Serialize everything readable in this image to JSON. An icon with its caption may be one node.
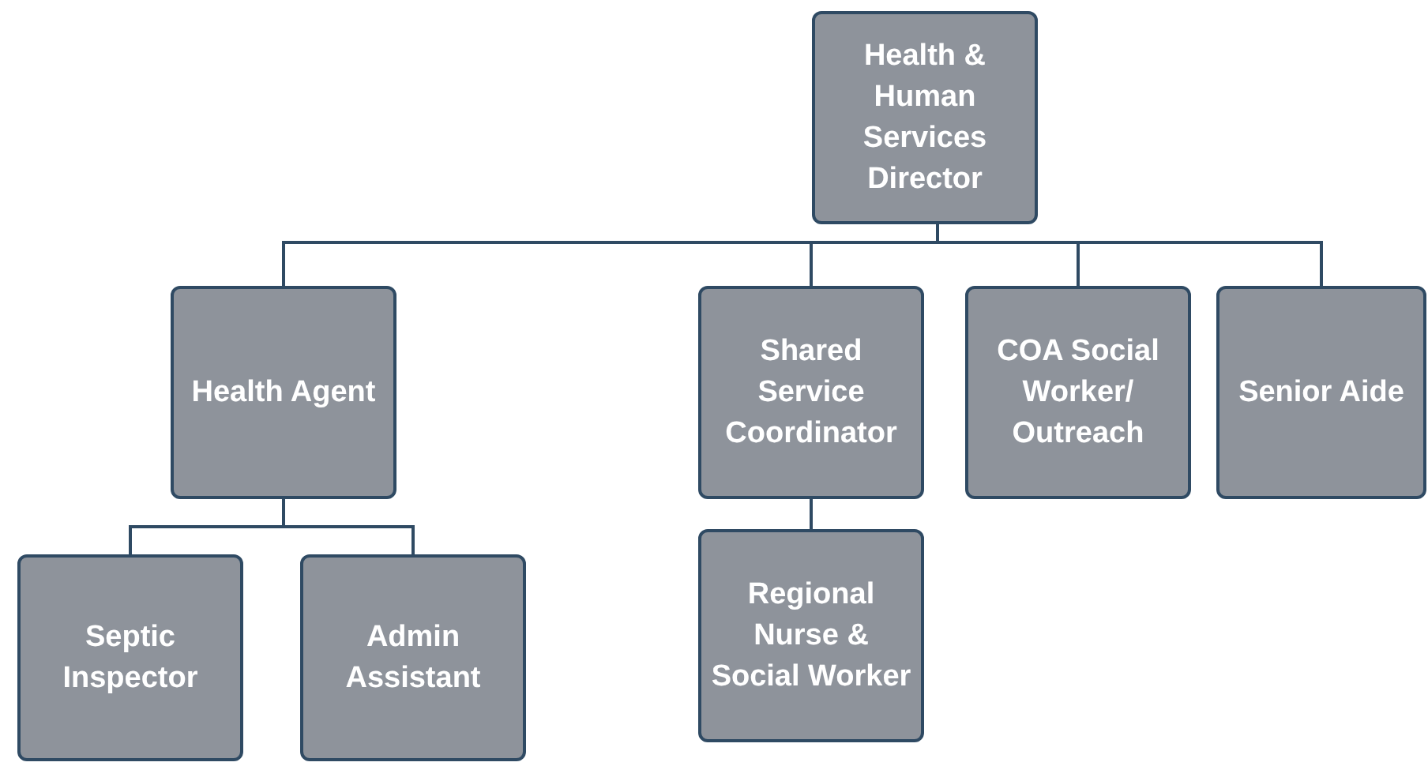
{
  "diagram": {
    "nodes": [
      {
        "text": [
          "Health & Human Services Director"
        ]
      },
      {
        "text": [
          "Health Agent"
        ]
      },
      {
        "text": [
          "Shared Service Coordinator"
        ]
      },
      {
        "text": [
          "COA Social Worker/ Outreach"
        ]
      },
      {
        "text": [
          "Senior Aide"
        ]
      },
      {
        "text": [
          "Septic Inspector"
        ]
      },
      {
        "text": [
          "Admin Assistant"
        ]
      },
      {
        "text": [
          "Regional Nurse & Social Worker"
        ]
      }
    ],
    "edges": [
      {
        "from": 0,
        "to": 1,
        "arrow": "none"
      },
      {
        "from": 0,
        "to": 2,
        "arrow": "none"
      },
      {
        "from": 0,
        "to": 3,
        "arrow": "none"
      },
      {
        "from": 0,
        "to": 4,
        "arrow": "none"
      },
      {
        "from": 1,
        "to": 5,
        "arrow": "none"
      },
      {
        "from": 1,
        "to": 6,
        "arrow": "none"
      },
      {
        "from": 2,
        "to": 7,
        "arrow": "none"
      }
    ]
  }
}
